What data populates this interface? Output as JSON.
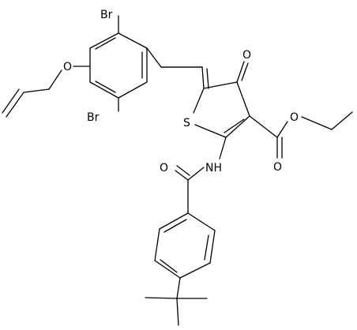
{
  "structure": {
    "atom_labels": {
      "br_top": "Br",
      "br_bottom": "Br",
      "o_ether": "O",
      "s_ring": "S",
      "o_ketone": "O",
      "o_ester_single": "O",
      "o_ester_double": "O",
      "nh": "NH",
      "o_amide": "O"
    }
  }
}
